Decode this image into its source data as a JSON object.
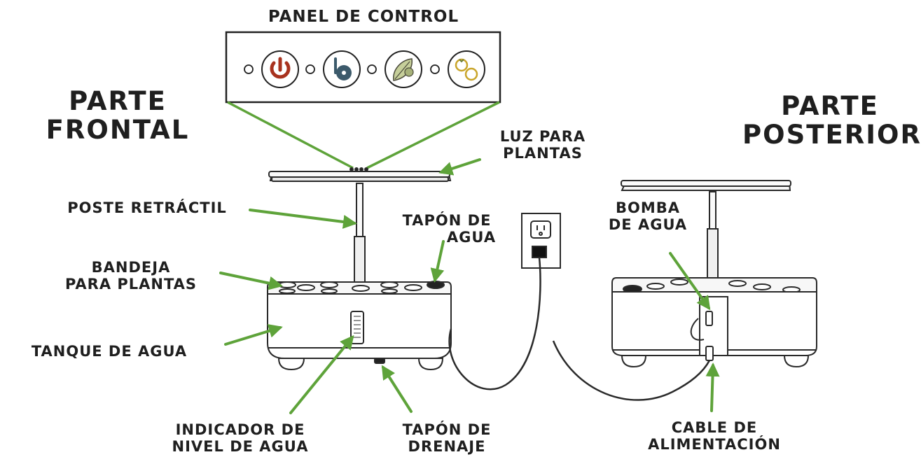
{
  "titles": {
    "panel": "PANEL DE CONTROL",
    "front": [
      "PARTE",
      "FRONTAL"
    ],
    "back": [
      "PARTE",
      "POSTERIOR"
    ]
  },
  "labels": {
    "grow_light": [
      "LUZ PARA",
      "PLANTAS"
    ],
    "retractable_pole": [
      "POSTE RETRÁCTIL"
    ],
    "water_cap": [
      "TAPÓN DE",
      "AGUA"
    ],
    "plant_tray": [
      "BANDEJA",
      "PARA PLANTAS"
    ],
    "water_tank": [
      "TANQUE DE AGUA"
    ],
    "water_level": [
      "INDICADOR DE",
      "NIVEL DE AGUA"
    ],
    "drain_cap": [
      "TAPÓN DE",
      "DRENAJE"
    ],
    "water_pump": [
      "BOMBA",
      "DE AGUA"
    ],
    "power_cable": [
      "CABLE DE",
      "ALIMENTACIÓN"
    ]
  },
  "control_panel_buttons": [
    "power-icon",
    "pump-icon",
    "leafy-greens-icon",
    "fruits-icon"
  ],
  "colors": {
    "arrow_green": "#5ea33a",
    "outline": "#2a2a2a",
    "power_red": "#a8321e",
    "pump_blue": "#3c5a6b",
    "greens_green": "#6b7f3c",
    "fruit_yellow": "#c9a52a"
  }
}
